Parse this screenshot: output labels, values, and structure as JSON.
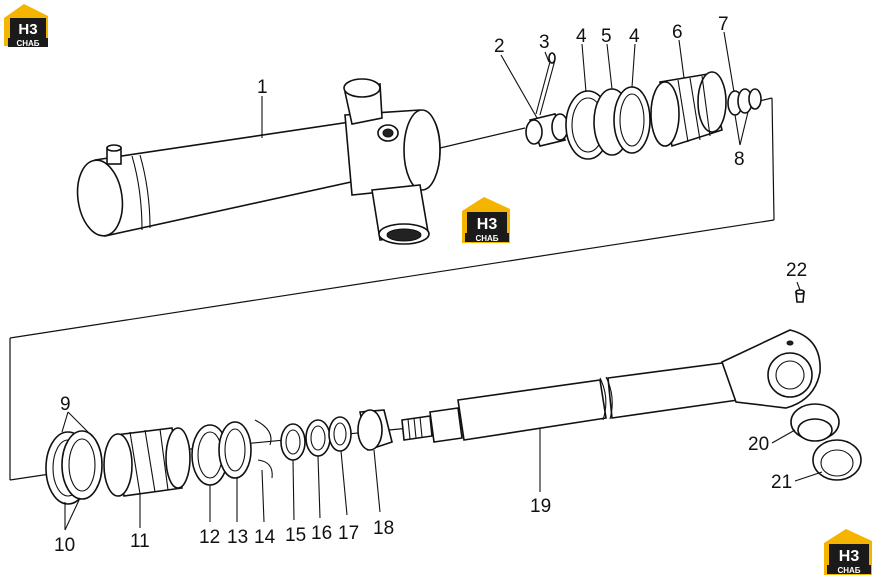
{
  "brand": {
    "logo_mark": "H3",
    "logo_word": "CHAБ",
    "accent_color": "#f4b400",
    "dark_color": "#1a1a1a"
  },
  "callouts": {
    "c1": "1",
    "c2": "2",
    "c3": "3",
    "c4a": "4",
    "c5": "5",
    "c4b": "4",
    "c6": "6",
    "c7": "7",
    "c8": "8",
    "c9": "9",
    "c10": "10",
    "c11": "11",
    "c12": "12",
    "c13": "13",
    "c14": "14",
    "c15": "15",
    "c16": "16",
    "c17": "17",
    "c18": "18",
    "c19": "19",
    "c20": "20",
    "c21": "21",
    "c22": "22"
  }
}
